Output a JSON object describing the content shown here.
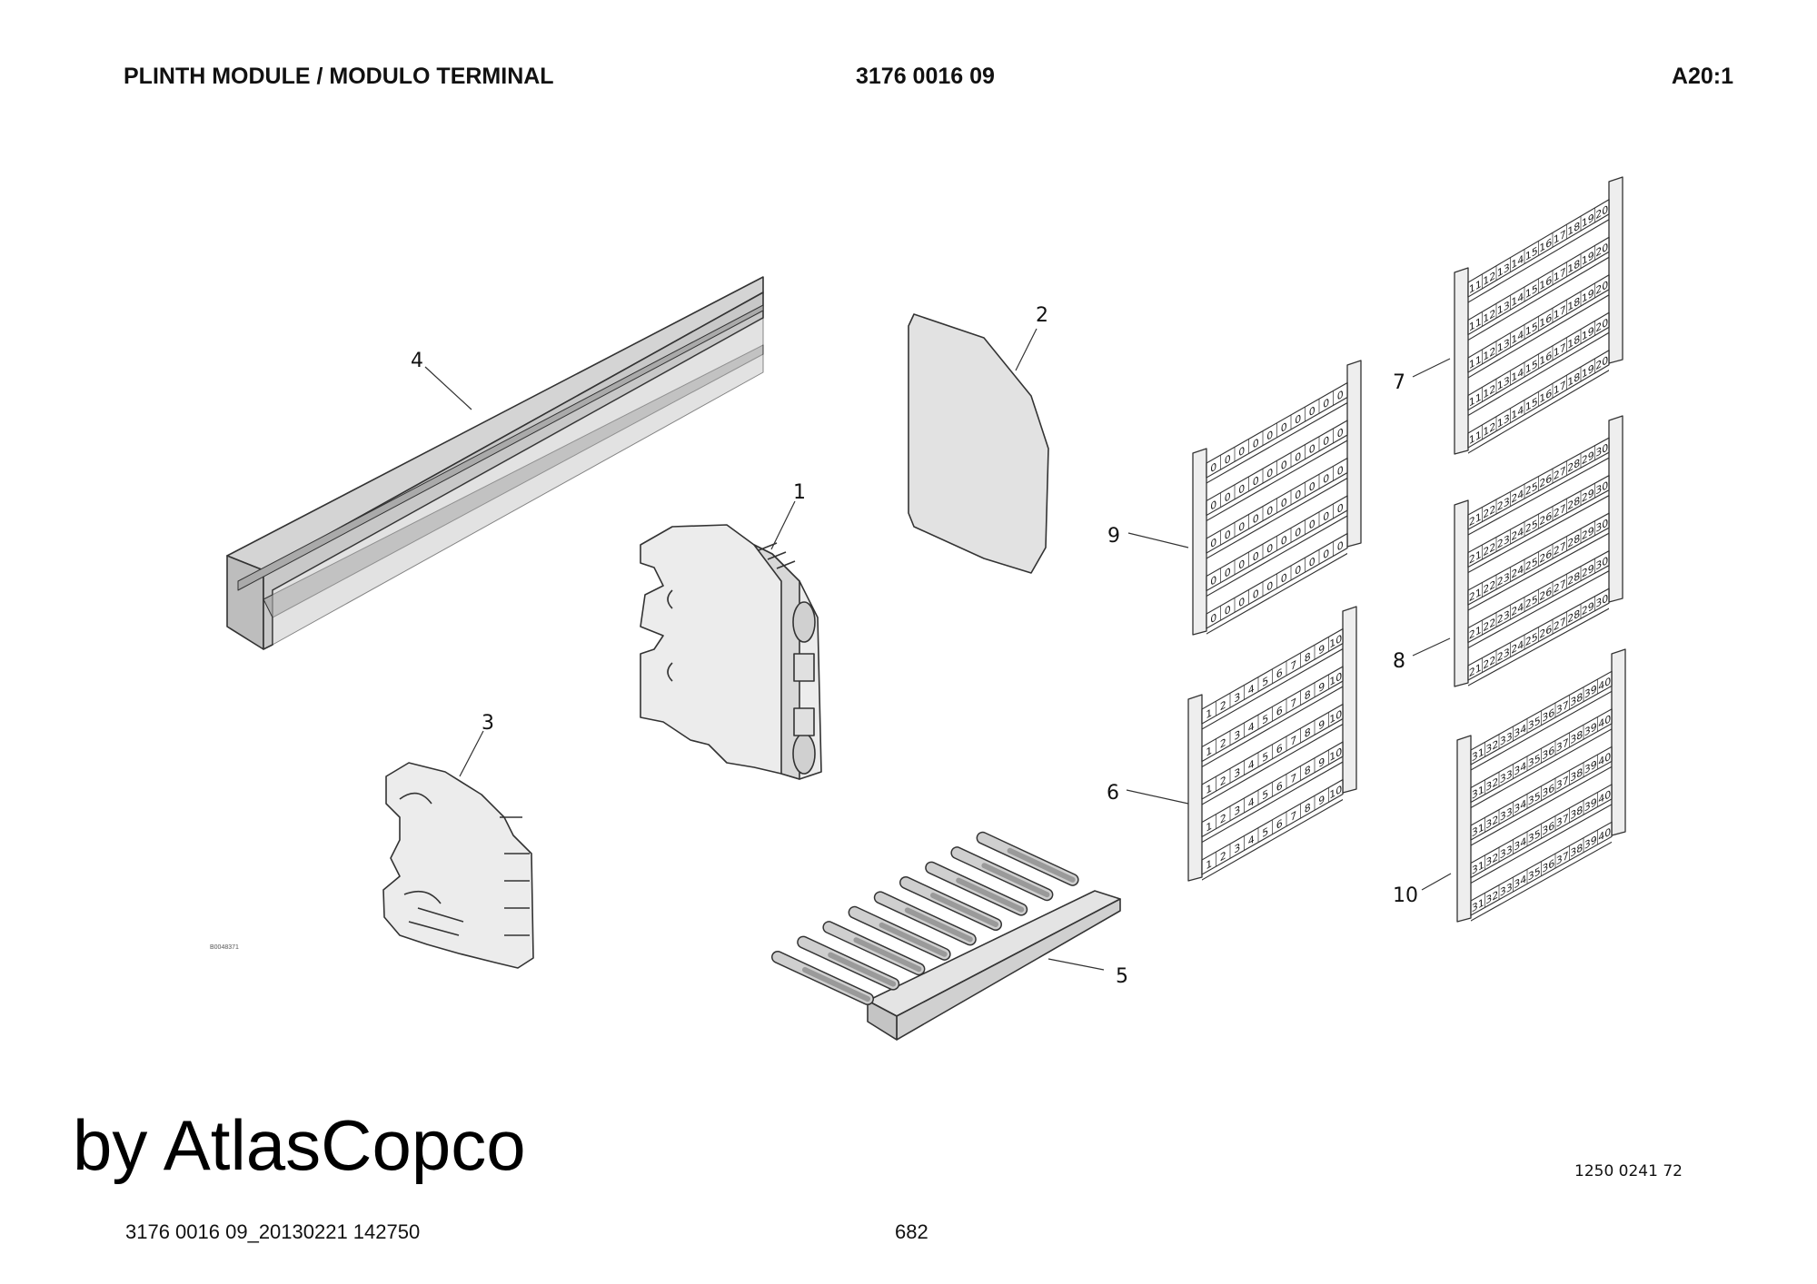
{
  "header": {
    "title": "PLINTH MODULE / MODULO TERMINAL",
    "document_number": "3176 0016 09",
    "scale": "A20:1"
  },
  "drawing": {
    "image_id": "B0048371",
    "callouts": [
      "1",
      "2",
      "3",
      "4",
      "5",
      "6",
      "7",
      "8",
      "9",
      "10"
    ],
    "marker_strips": [
      {
        "callout": "9",
        "rows": 5,
        "cells": [
          "0",
          "0",
          "0",
          "0",
          "0",
          "0",
          "0",
          "0",
          "0",
          "0"
        ]
      },
      {
        "callout": "6",
        "rows": 5,
        "cells": [
          "1",
          "2",
          "3",
          "4",
          "5",
          "6",
          "7",
          "8",
          "9",
          "10"
        ]
      },
      {
        "callout": "7",
        "rows": 5,
        "cells": [
          "11",
          "12",
          "13",
          "14",
          "15",
          "16",
          "17",
          "18",
          "19",
          "20"
        ]
      },
      {
        "callout": "8",
        "rows": 5,
        "cells": [
          "21",
          "22",
          "23",
          "24",
          "25",
          "26",
          "27",
          "28",
          "29",
          "30"
        ]
      },
      {
        "callout": "10",
        "rows": 5,
        "cells": [
          "31",
          "32",
          "33",
          "34",
          "35",
          "36",
          "37",
          "38",
          "39",
          "40"
        ]
      }
    ]
  },
  "footer": {
    "watermark": "by AtlasCopco",
    "file_code": "3176 0016 09_20130221 142750",
    "page_number": "682",
    "reference_number": "1250 0241 72"
  }
}
